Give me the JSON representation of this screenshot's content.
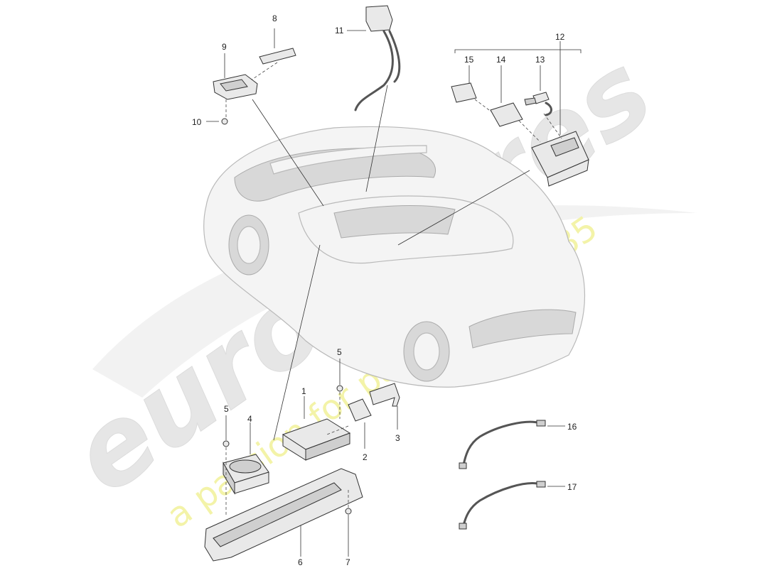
{
  "watermark": {
    "brand": "eurospares",
    "tagline": "a passion for parts since 1985",
    "brand_color": "#e6e6e6",
    "tagline_color": "#f3f3a8"
  },
  "callouts": {
    "p1": "1",
    "p2": "2",
    "p3": "3",
    "p4": "4",
    "p5a": "5",
    "p5b": "5",
    "p6": "6",
    "p7": "7",
    "p8": "8",
    "p9": "9",
    "p10": "10",
    "p11": "11",
    "p12": "12",
    "p13": "13",
    "p14": "14",
    "p15": "15",
    "p16": "16",
    "p17": "17"
  }
}
